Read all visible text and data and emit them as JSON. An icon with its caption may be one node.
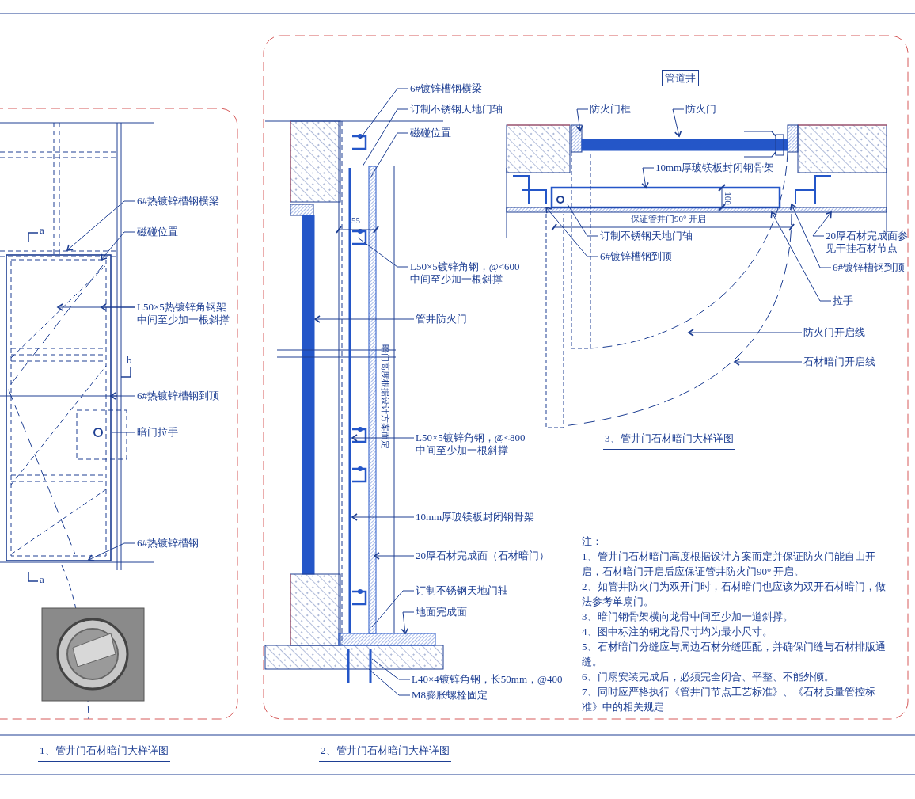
{
  "diagram": {
    "nodes": [
      {
        "text": [
          "6#热镀锌槽钢横梁"
        ]
      },
      {
        "text": [
          "磁碰位置"
        ]
      },
      {
        "text": [
          "L50×5热镀锌角钢架中间至少加一根斜撑"
        ]
      },
      {
        "text": [
          "6#热镀锌槽钢到顶"
        ]
      },
      {
        "text": [
          "暗门拉手"
        ]
      },
      {
        "text": [
          "6#热镀锌槽钢"
        ]
      },
      {
        "text": [
          "6#镀锌槽钢横梁"
        ]
      },
      {
        "text": [
          "订制不锈钢天地门轴"
        ]
      },
      {
        "text": [
          "磁碰位置"
        ]
      },
      {
        "text": [
          "L50×5镀锌角钢，@<600中间至少加一根斜撑"
        ]
      },
      {
        "text": [
          "管井防火门"
        ]
      },
      {
        "text": [
          "L50×5镀锌角钢，@<800中间至少加一根斜撑"
        ]
      },
      {
        "text": [
          "10mm厚玻镁板封闭钢骨架"
        ]
      },
      {
        "text": [
          "20厚石材完成面（石材暗门）"
        ]
      },
      {
        "text": [
          "订制不锈钢天地门轴"
        ]
      },
      {
        "text": [
          "地面完成面"
        ]
      },
      {
        "text": [
          "L40×4镀锌角钢，长50mm，@400"
        ]
      },
      {
        "text": [
          "M8膨胀螺栓固定"
        ]
      },
      {
        "text": [
          "管道井"
        ]
      },
      {
        "text": [
          "防火门框"
        ]
      },
      {
        "text": [
          "防火门"
        ]
      },
      {
        "text": [
          "10mm厚玻镁板封闭钢骨架"
        ]
      },
      {
        "text": [
          "订制不锈钢天地门轴"
        ]
      },
      {
        "text": [
          "6#镀锌槽钢到顶"
        ]
      },
      {
        "text": [
          "20厚石材完成面参见干挂石材节点"
        ]
      },
      {
        "text": [
          "6#镀锌槽钢到顶"
        ]
      },
      {
        "text": [
          "拉手"
        ]
      },
      {
        "text": [
          "防火门开启线"
        ]
      },
      {
        "text": [
          "石材暗门开启线"
        ]
      }
    ],
    "edges": [
      {
        "from": 0,
        "to": null,
        "arrow": "to"
      },
      {
        "from": 1,
        "to": null,
        "arrow": "to"
      },
      {
        "from": 2,
        "to": null,
        "arrow": "to"
      },
      {
        "from": 2,
        "to": null,
        "arrow": "to"
      },
      {
        "from": 3,
        "to": null,
        "arrow": "to"
      },
      {
        "from": 4,
        "to": null,
        "arrow": "none"
      },
      {
        "from": 5,
        "to": null,
        "arrow": "to"
      },
      {
        "from": 6,
        "to": null,
        "arrow": "none"
      },
      {
        "from": 7,
        "to": null,
        "arrow": "none"
      },
      {
        "from": 8,
        "to": null,
        "arrow": "none"
      },
      {
        "from": 9,
        "to": null,
        "arrow": "none"
      },
      {
        "from": 10,
        "to": null,
        "arrow": "to"
      },
      {
        "from": 11,
        "to": null,
        "arrow": "to"
      },
      {
        "from": 12,
        "to": null,
        "arrow": "to"
      },
      {
        "from": 13,
        "to": null,
        "arrow": "to"
      },
      {
        "from": 14,
        "to": null,
        "arrow": "none"
      },
      {
        "from": 15,
        "to": null,
        "arrow": "to"
      },
      {
        "from": 16,
        "to": null,
        "arrow": "none"
      },
      {
        "from": 17,
        "to": null,
        "arrow": "none"
      },
      {
        "from": 19,
        "to": null,
        "arrow": "to"
      },
      {
        "from": 20,
        "to": null,
        "arrow": "to"
      },
      {
        "from": 21,
        "to": null,
        "arrow": "to"
      },
      {
        "from": 22,
        "to": null,
        "arrow": "none"
      },
      {
        "from": 23,
        "to": null,
        "arrow": "to"
      },
      {
        "from": 24,
        "to": null,
        "arrow": "to"
      },
      {
        "from": 25,
        "to": null,
        "arrow": "to"
      },
      {
        "from": 26,
        "to": null,
        "arrow": "to"
      },
      {
        "from": 27,
        "to": null,
        "arrow": "to"
      },
      {
        "from": 28,
        "to": null,
        "arrow": "to"
      }
    ],
    "labels": [
      "a",
      "b",
      "a",
      "55",
      "暗门高度根据设计方案而定",
      "100",
      "保证管井门90° 开启",
      "3、管井门石材暗门大样详图",
      "注：",
      "1、管井门石材暗门高度根据设计方案而定并保证防火门能自由开启，石材暗门开启后应保证管井防火门90° 开启。",
      "2、如管井防火门为双开门时，石材暗门也应该为双开石材暗门，做法参考单扇门。",
      "3、暗门钢骨架横向龙骨中间至少加一道斜撑。",
      "4、图中标注的钢龙骨尺寸均为最小尺寸。",
      "5、石材暗门分缝应与周边石材分缝匹配，并确保门缝与石材排版通缝。",
      "6、门扇安装完成后，必须完全闭合、平整、不能外倾。",
      "7、同时应严格执行《管井门节点工艺标准》、《石材质量管控标准》中的相关规定",
      "1、管井门石材暗门大样详图",
      "2、管井门石材暗门大样详图"
    ]
  }
}
